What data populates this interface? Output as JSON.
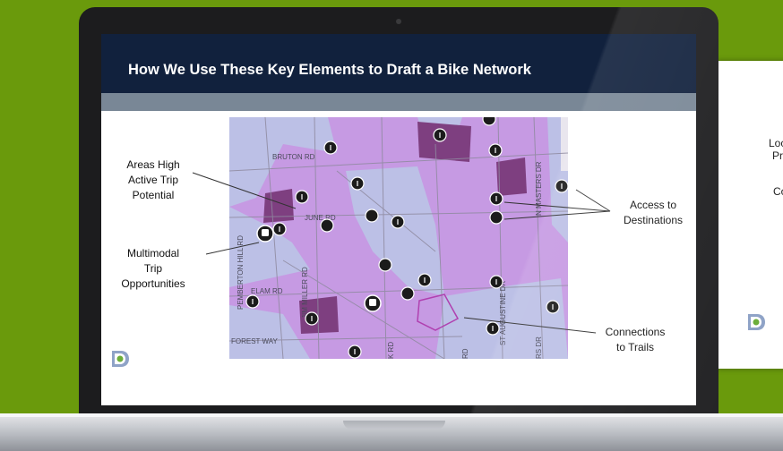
{
  "slide": {
    "title": "How We Use These Key Elements to Draft a Bike Network",
    "labels": {
      "areas_high_line1": "Areas High",
      "areas_high_line2": "Active Trip",
      "areas_high_line3": "Potential",
      "multimodal_line1": "Multimodal",
      "multimodal_line2": "Trip",
      "multimodal_line3": "Opportunities",
      "access_line1": "Access to",
      "access_line2": "Destinations",
      "connections_line1": "Connections",
      "connections_line2": "to Trails"
    },
    "map_streets": {
      "bruton": "BRUTON RD",
      "june": "JUNE RD",
      "elam": "ELAM RD",
      "forest": "FOREST WAY",
      "pemberton": "PEMBERTON HILL RD",
      "miller": "JIM MILLER RD",
      "st_augustine": "ST AUGUSTINE DR",
      "masters": "N MASTERS DR",
      "k_rd": "K RD",
      "rd": "RD",
      "rs_dr": "RS DR"
    }
  },
  "background_slide": {
    "fragment1": "Loc",
    "fragment2": "Pr",
    "fragment3": "Co"
  },
  "colors": {
    "background": "#6a9a0c",
    "header": "#11213d",
    "band": "#798796",
    "map_high": "#c69ae3",
    "map_low": "#bcc0e6",
    "map_highest": "#7e3f80"
  }
}
